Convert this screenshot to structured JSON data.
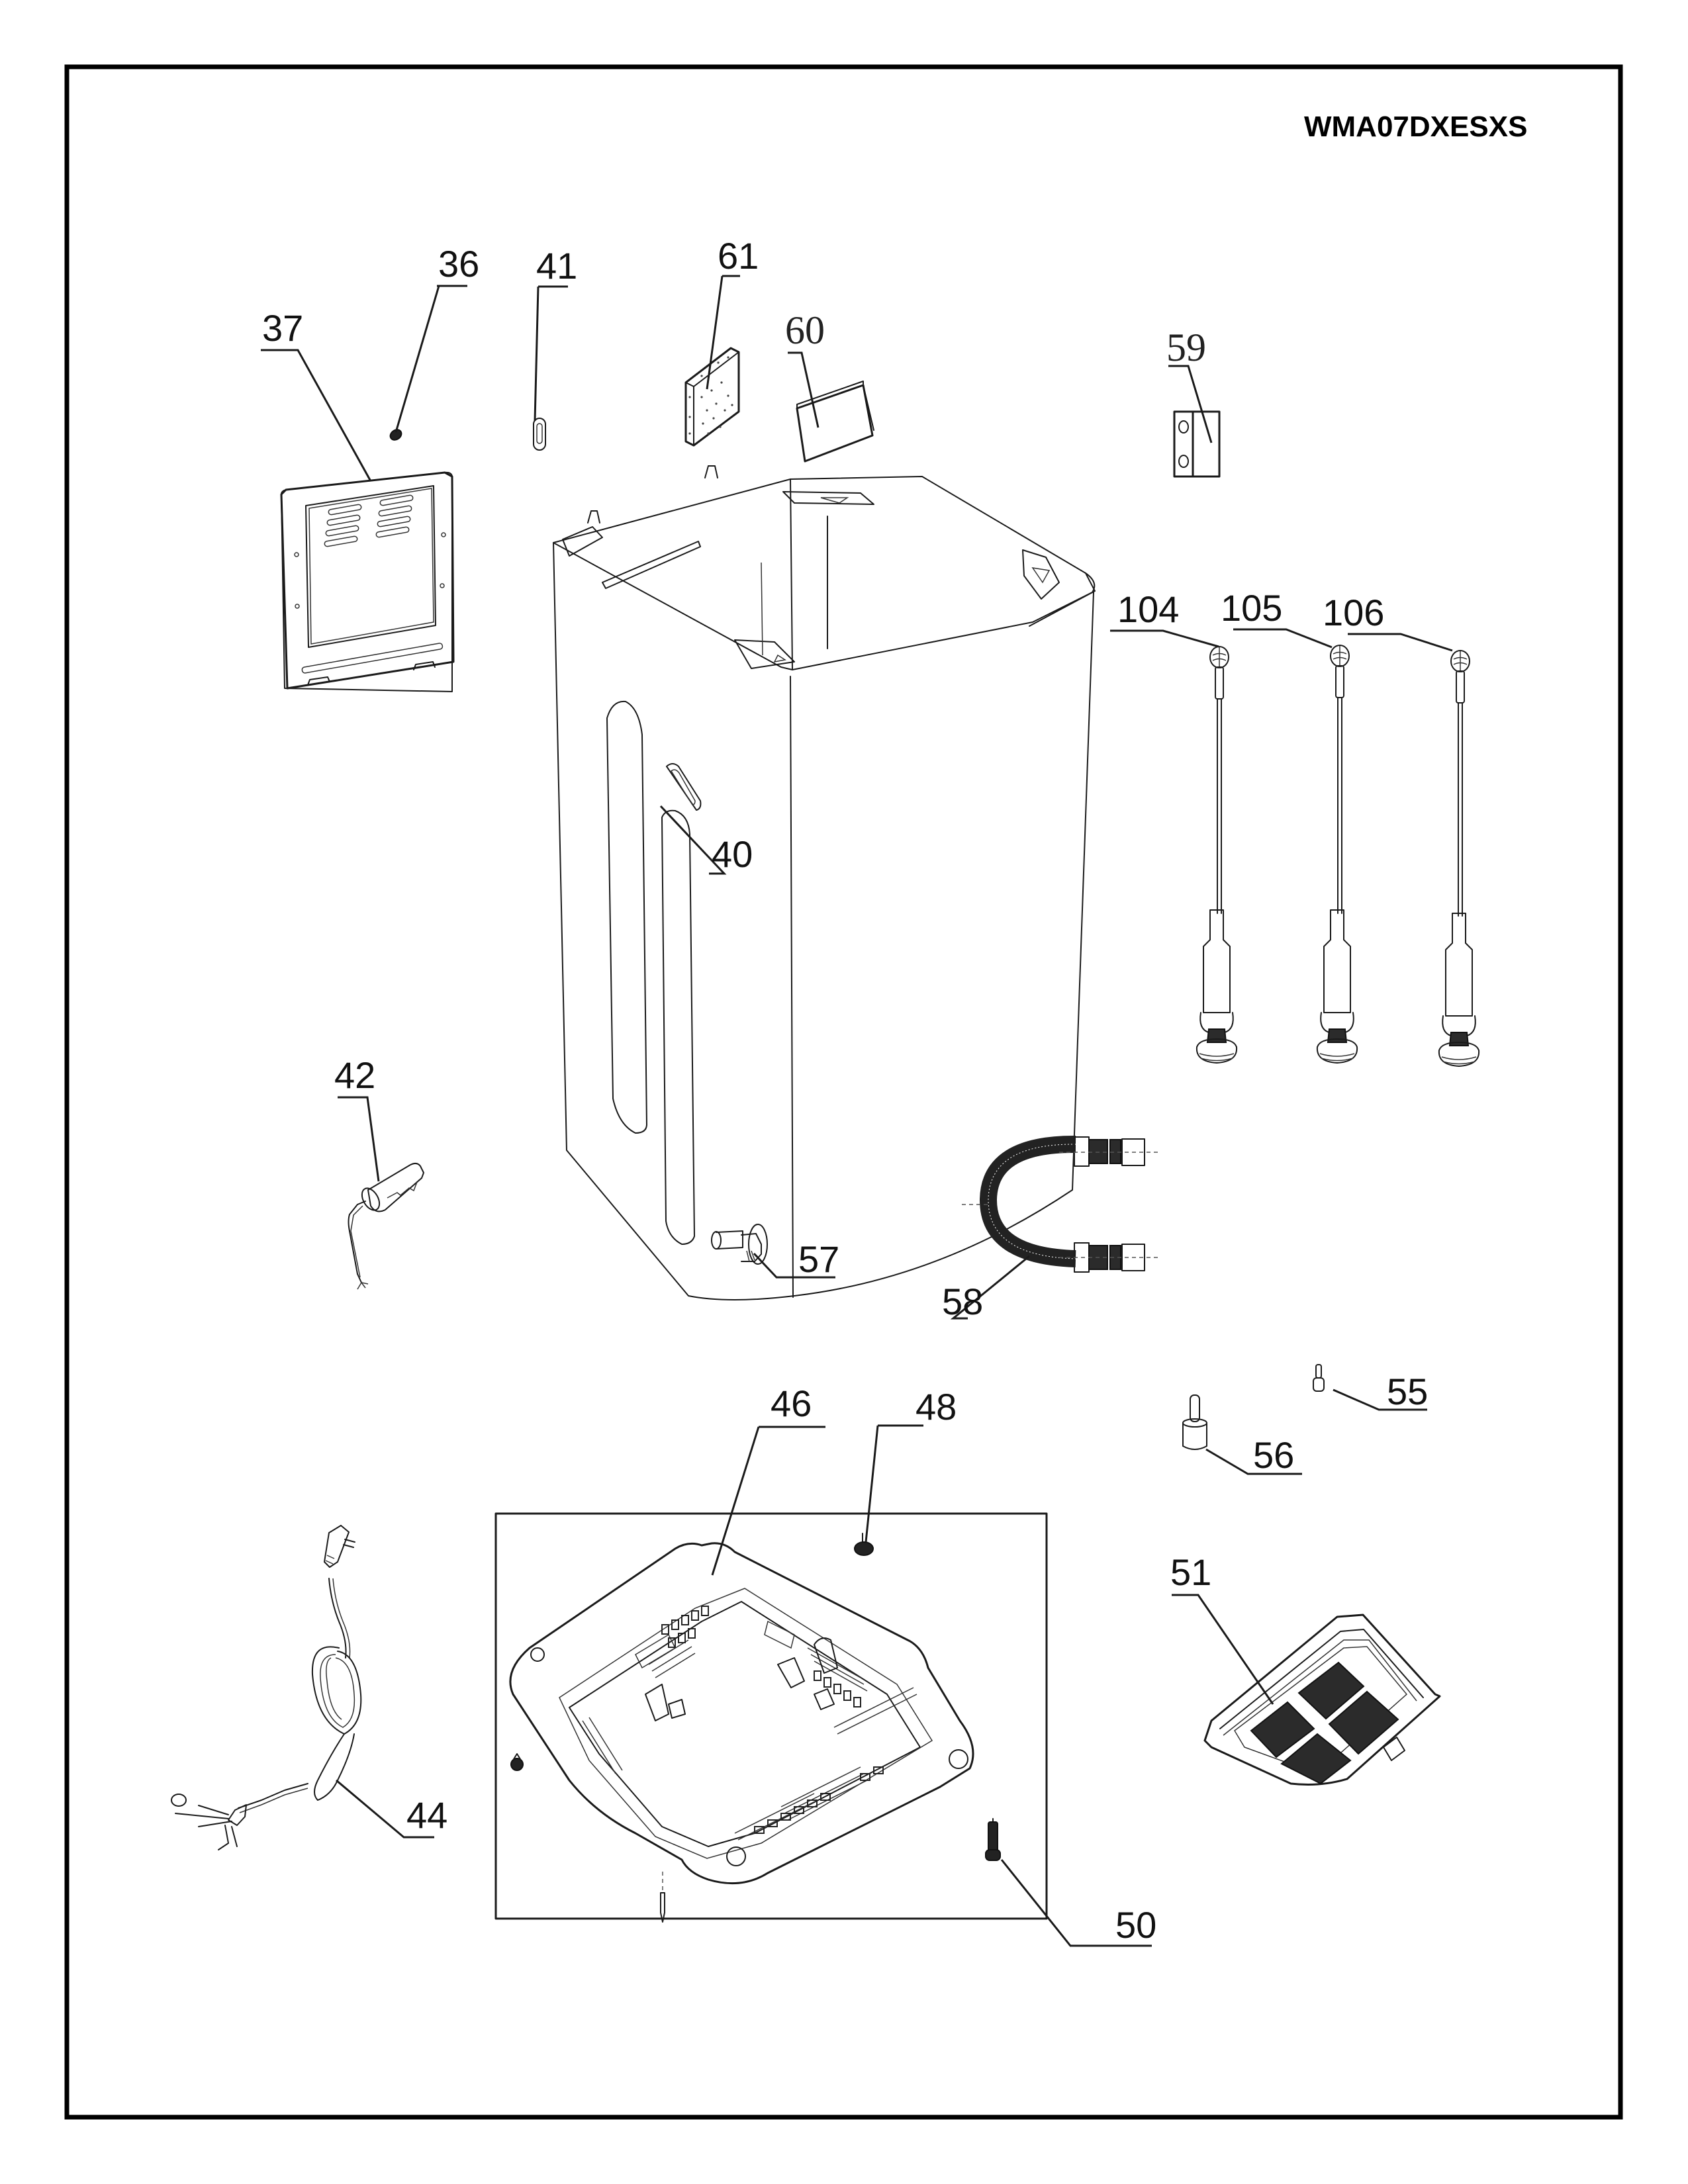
{
  "document": {
    "type": "exploded-parts-diagram",
    "model_code": "WMA07DXESXS"
  },
  "callouts": {
    "p36": "36",
    "p37": "37",
    "p40": "40",
    "p41": "41",
    "p42": "42",
    "p44": "44",
    "p46": "46",
    "p48": "48",
    "p50": "50",
    "p51": "51",
    "p55": "55",
    "p56": "56",
    "p57": "57",
    "p58": "58",
    "p59": "59",
    "p60": "60",
    "p61": "61",
    "p104": "104",
    "p105": "105",
    "p106": "106"
  },
  "parts": [
    {
      "ref": "36",
      "depicts": "small screw / nut"
    },
    {
      "ref": "37",
      "depicts": "rear panel with vent slots"
    },
    {
      "ref": "40",
      "depicts": "side handle insert"
    },
    {
      "ref": "41",
      "depicts": "clip"
    },
    {
      "ref": "42",
      "depicts": "capacitor with wires"
    },
    {
      "ref": "44",
      "depicts": "power cord with plug"
    },
    {
      "ref": "46",
      "depicts": "base frame"
    },
    {
      "ref": "48",
      "depicts": "foot"
    },
    {
      "ref": "50",
      "depicts": "adjustable foot screw"
    },
    {
      "ref": "51",
      "depicts": "lint filter"
    },
    {
      "ref": "55",
      "depicts": "small pin"
    },
    {
      "ref": "56",
      "depicts": "pin"
    },
    {
      "ref": "57",
      "depicts": "drain connector"
    },
    {
      "ref": "58",
      "depicts": "drain hose"
    },
    {
      "ref": "59",
      "depicts": "hinge bracket"
    },
    {
      "ref": "60",
      "depicts": "plate"
    },
    {
      "ref": "61",
      "depicts": "foam pad"
    },
    {
      "ref": "104",
      "depicts": "suspension rod"
    },
    {
      "ref": "105",
      "depicts": "suspension rod"
    },
    {
      "ref": "106",
      "depicts": "suspension rod"
    }
  ]
}
